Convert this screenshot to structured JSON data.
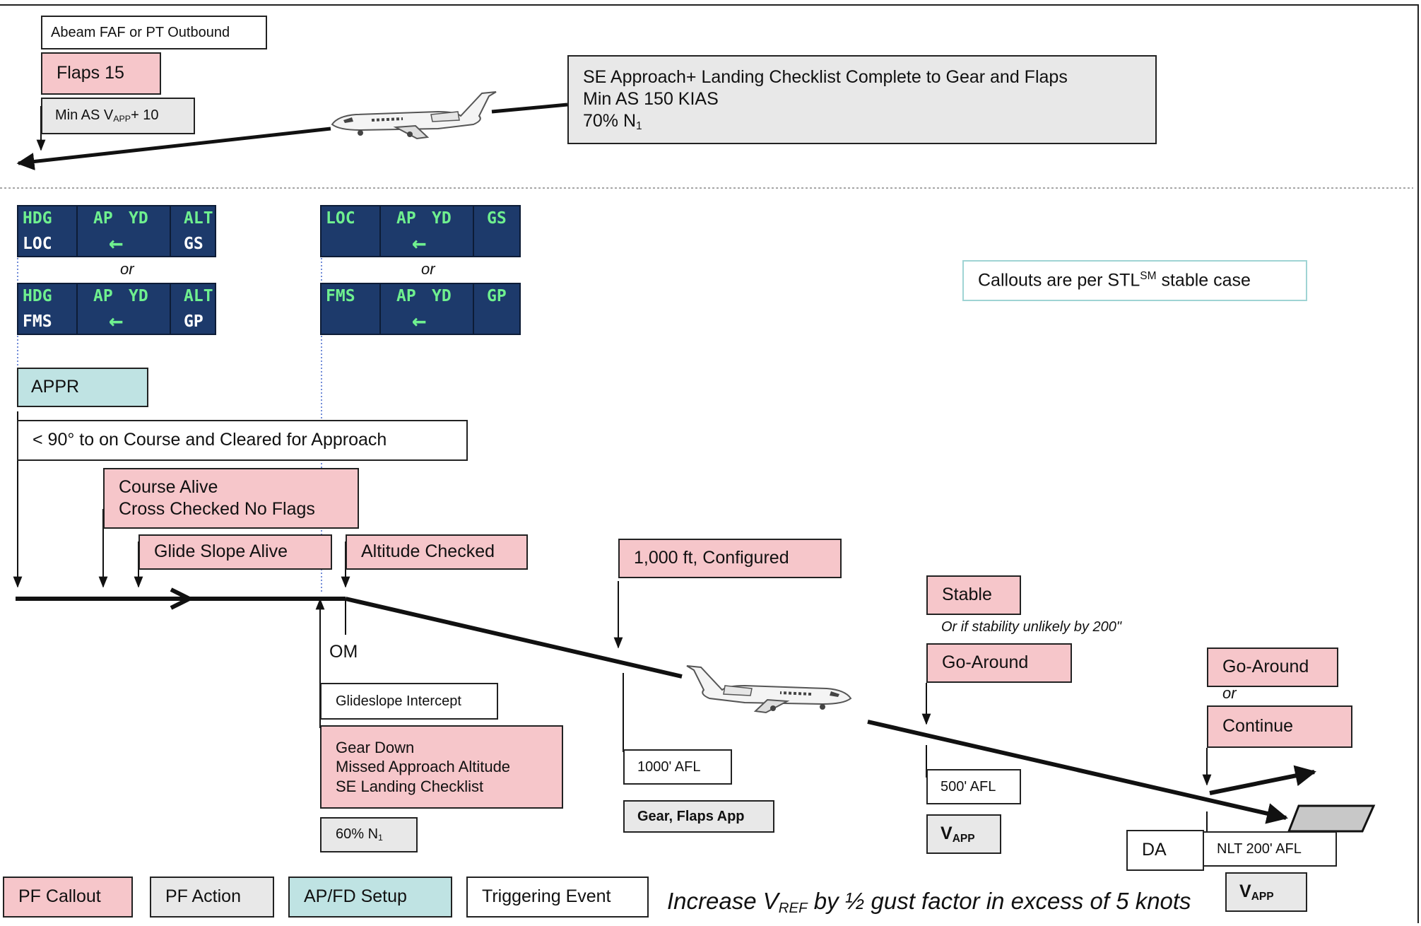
{
  "colors": {
    "pf_callout": "#f6c6ca",
    "pf_action": "#e8e8e8",
    "ap_fd_setup": "#bfe3e3",
    "triggering_event": "#ffffff",
    "fma_background": "#1d3a6b",
    "fma_armed_text": "#6ff08f",
    "fma_active_text": "#ffffff"
  },
  "top": {
    "abeam": "Abeam FAF or PT Outbound",
    "flaps15": "Flaps 15",
    "min_as_text": "Min AS V",
    "min_as_sub": "APP",
    "min_as_tail": "+ 10",
    "se_line1": "SE Approach+ Landing Checklist Complete to Gear and Flaps",
    "se_line2": "Min AS 150 KIAS",
    "se_line3_text": "70% N",
    "se_line3_sub": "1"
  },
  "fma": {
    "left_top": {
      "lateral": "HDG",
      "lateral_armed": "LOC",
      "ap": "AP",
      "yd": "YD",
      "vertical": "ALT",
      "vertical_armed": "GS"
    },
    "left_bottom": {
      "lateral": "HDG",
      "lateral_armed": "FMS",
      "ap": "AP",
      "yd": "YD",
      "vertical": "ALT",
      "vertical_armed": "GP"
    },
    "right_top": {
      "lateral": "LOC",
      "ap": "AP",
      "yd": "YD",
      "vertical": "GS"
    },
    "right_bottom": {
      "lateral": "FMS",
      "ap": "AP",
      "yd": "YD",
      "vertical": "GP"
    },
    "arrow": "←",
    "or_label": "or"
  },
  "callouts_note": {
    "text": "Callouts are per STL",
    "sup": "SM",
    "tail": " stable case"
  },
  "approach": {
    "appr": "APPR",
    "cleared": "< 90° to on Course and Cleared for Approach",
    "course_alive_1": "Course Alive",
    "course_alive_2": "Cross Checked No Flags",
    "gs_alive": "Glide Slope Alive",
    "alt_checked": "Altitude Checked",
    "configured": "1,000 ft, Configured",
    "om": "OM",
    "gs_intercept": "Glideslope Intercept",
    "gear_1": "Gear Down",
    "gear_2": "Missed Approach Altitude",
    "gear_3": "SE Landing Checklist",
    "n1_text": "60% N",
    "n1_sub": "1",
    "afl_1000": "1000' AFL",
    "gear_flaps": "Gear, Flaps App",
    "stable": "Stable",
    "stability_note": "Or if stability unlikely by 200\"",
    "go_around_1": "Go-Around",
    "afl_500": "500' AFL",
    "vapp_main": "V",
    "vapp_sub": "APP",
    "go_around_2": "Go-Around",
    "or_label": "or",
    "continue": "Continue",
    "da": "DA",
    "nlt": "NLT 200' AFL"
  },
  "legend": {
    "pf_callout": "PF Callout",
    "pf_action": "PF Action",
    "ap_fd_setup": "AP/FD Setup",
    "triggering_event": "Triggering Event"
  },
  "gust_note": {
    "prefix": "Increase V",
    "sub": "REF",
    "suffix": " by ½ gust factor in excess of 5 knots"
  }
}
